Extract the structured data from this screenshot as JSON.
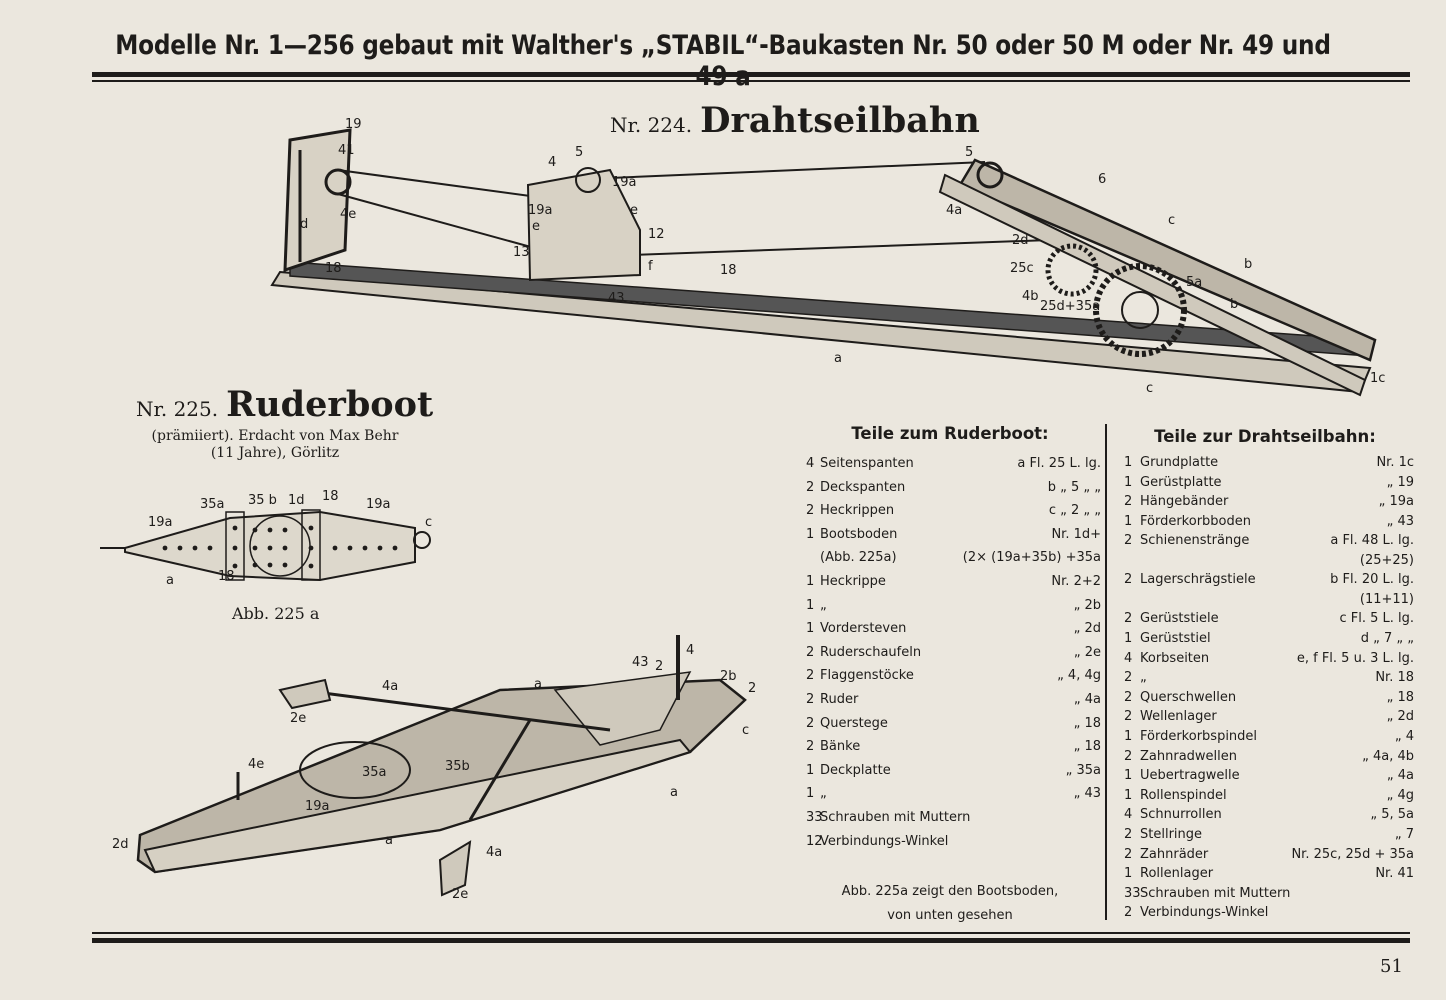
{
  "header": {
    "title": "Modelle Nr. 1—256 gebaut mit Walther's „STABIL“-Baukasten Nr. 50 oder 50 M oder Nr. 49 und 49 a"
  },
  "model_224": {
    "number": "Nr. 224.",
    "name": "Drahtseilbahn",
    "labels": [
      "19",
      "41",
      "4e",
      "d",
      "18",
      "4",
      "5",
      "19a",
      "19a",
      "e",
      "e",
      "12",
      "13",
      "f",
      "43",
      "18",
      "5",
      "6",
      "4a",
      "c",
      "2d",
      "25c",
      "4b",
      "25d+35a",
      "b",
      "b",
      "5a",
      "a",
      "c",
      "1c"
    ]
  },
  "model_225": {
    "number": "Nr. 225.",
    "name": "Ruderboot",
    "credit_line1": "(prämiiert). Erdacht von Max Behr",
    "credit_line2": "(11 Jahre), Görlitz",
    "figure_caption": "Abb. 225 a",
    "bottom_labels": [
      "19a",
      "35a",
      "35 b",
      "1d",
      "18",
      "19a",
      "c",
      "a",
      "18"
    ],
    "boat_labels": [
      "4",
      "43",
      "2",
      "2b",
      "2",
      "c",
      "a",
      "4a",
      "2e",
      "a",
      "4e",
      "35a",
      "35b",
      "19a",
      "a",
      "2d",
      "4a",
      "2e"
    ]
  },
  "parts_ruderboot": {
    "title": "Teile zum Ruderboot:",
    "rows": [
      {
        "qty": "4",
        "name": "Seitenspanten",
        "part": "a Fl. 25 L. lg."
      },
      {
        "qty": "2",
        "name": "Deckspanten",
        "part": "b „ 5 „ „"
      },
      {
        "qty": "2",
        "name": "Heckrippen",
        "part": "c „ 2 „ „"
      },
      {
        "qty": "1",
        "name": "Bootsboden",
        "part": "Nr. 1d+"
      },
      {
        "qty": "",
        "name": "(Abb. 225a)",
        "part": "(2× (19a+35b) +35a"
      },
      {
        "qty": "1",
        "name": "Heckrippe",
        "part": "Nr. 2+2"
      },
      {
        "qty": "1",
        "name": "„",
        "part": "„ 2b"
      },
      {
        "qty": "1",
        "name": "Vordersteven",
        "part": "„ 2d"
      },
      {
        "qty": "2",
        "name": "Ruderschaufeln",
        "part": "„ 2e"
      },
      {
        "qty": "2",
        "name": "Flaggenstöcke",
        "part": "„ 4, 4g"
      },
      {
        "qty": "2",
        "name": "Ruder",
        "part": "„ 4a"
      },
      {
        "qty": "2",
        "name": "Querstege",
        "part": "„ 18"
      },
      {
        "qty": "2",
        "name": "Bänke",
        "part": "„ 18"
      },
      {
        "qty": "1",
        "name": "Deckplatte",
        "part": "„ 35a"
      },
      {
        "qty": "1",
        "name": "„",
        "part": "„ 43"
      },
      {
        "qty": "33",
        "name": "Schrauben mit Muttern",
        "part": ""
      },
      {
        "qty": "12",
        "name": "Verbindungs-Winkel",
        "part": ""
      }
    ],
    "note_line1": "Abb. 225a zeigt den Bootsboden,",
    "note_line2": "von unten gesehen"
  },
  "parts_drahtseilbahn": {
    "title": "Teile zur Drahtseilbahn:",
    "rows": [
      {
        "qty": "1",
        "name": "Grundplatte",
        "part": "Nr. 1c",
        "sub": ""
      },
      {
        "qty": "1",
        "name": "Gerüstplatte",
        "part": "„ 19",
        "sub": ""
      },
      {
        "qty": "2",
        "name": "Hängebänder",
        "part": "„ 19a",
        "sub": ""
      },
      {
        "qty": "1",
        "name": "Förderkorbboden",
        "part": "„ 43",
        "sub": ""
      },
      {
        "qty": "2",
        "name": "Schienenstränge",
        "part": "a Fl. 48 L. lg.",
        "sub": "(25+25)"
      },
      {
        "qty": "2",
        "name": "Lagerschrägstiele",
        "part": "b Fl. 20 L. lg.",
        "sub": "(11+11)"
      },
      {
        "qty": "2",
        "name": "Gerüststiele",
        "part": "c Fl. 5 L. lg.",
        "sub": ""
      },
      {
        "qty": "1",
        "name": "Gerüststiel",
        "part": "d „ 7 „ „",
        "sub": ""
      },
      {
        "qty": "4",
        "name": "Korbseiten",
        "part": "e, f Fl. 5 u. 3 L. lg.",
        "sub": ""
      },
      {
        "qty": "2",
        "name": "„",
        "part": "Nr. 18",
        "sub": ""
      },
      {
        "qty": "2",
        "name": "Querschwellen",
        "part": "„ 18",
        "sub": ""
      },
      {
        "qty": "2",
        "name": "Wellenlager",
        "part": "„ 2d",
        "sub": ""
      },
      {
        "qty": "1",
        "name": "Förderkorbspindel",
        "part": "„ 4",
        "sub": ""
      },
      {
        "qty": "2",
        "name": "Zahnradwellen",
        "part": "„ 4a, 4b",
        "sub": ""
      },
      {
        "qty": "1",
        "name": "Uebertragwelle",
        "part": "„ 4a",
        "sub": ""
      },
      {
        "qty": "1",
        "name": "Rollenspindel",
        "part": "„ 4g",
        "sub": ""
      },
      {
        "qty": "4",
        "name": "Schnurrollen",
        "part": "„ 5, 5a",
        "sub": ""
      },
      {
        "qty": "2",
        "name": "Stellringe",
        "part": "„ 7",
        "sub": ""
      },
      {
        "qty": "2",
        "name": "Zahnräder",
        "part": "Nr. 25c, 25d + 35a",
        "sub": ""
      },
      {
        "qty": "1",
        "name": "Rollenlager",
        "part": "Nr. 41",
        "sub": ""
      },
      {
        "qty": "33",
        "name": "Schrauben mit Muttern",
        "part": "",
        "sub": ""
      },
      {
        "qty": "2",
        "name": "Verbindungs-Winkel",
        "part": "",
        "sub": ""
      }
    ]
  },
  "footer": {
    "page_number": "51"
  }
}
